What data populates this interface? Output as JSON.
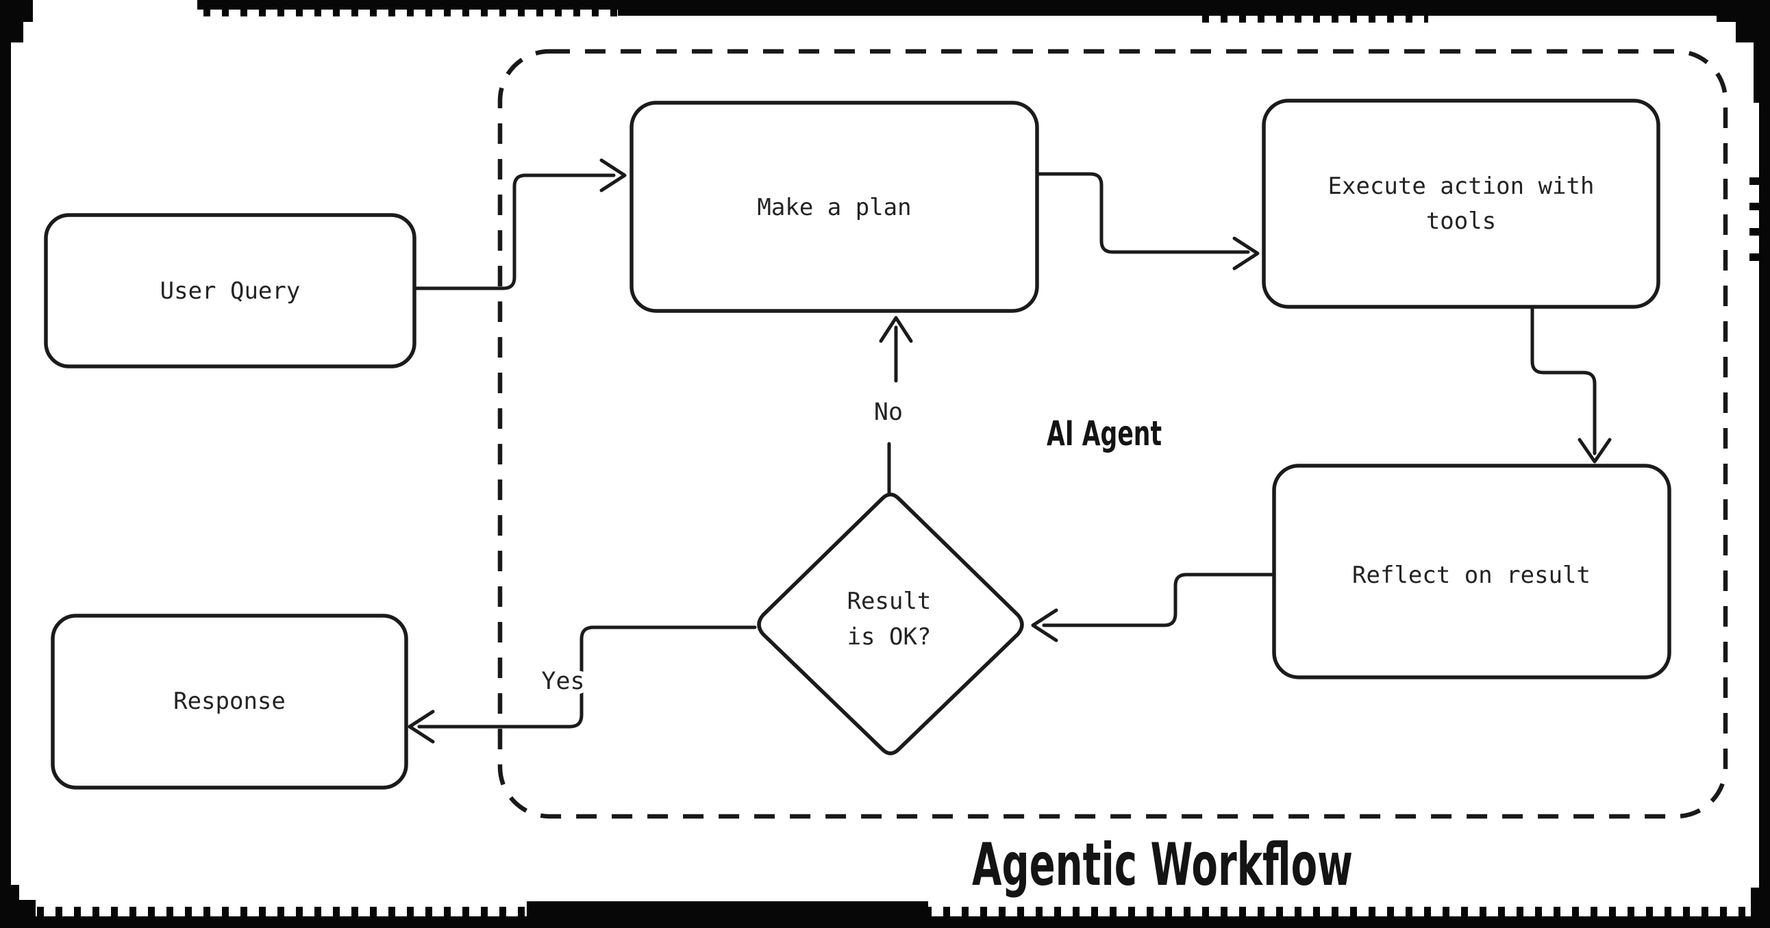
{
  "diagram": {
    "title": "Agentic Workflow",
    "agent_container_label": "AI Agent",
    "nodes": {
      "user_query": {
        "label": "User Query",
        "shape": "rounded-rect"
      },
      "make_plan": {
        "label": "Make a plan",
        "shape": "rounded-rect"
      },
      "execute_action": {
        "label_line1": "Execute action with",
        "label_line2": "tools",
        "shape": "rounded-rect"
      },
      "reflect": {
        "label": "Reflect on result",
        "shape": "rounded-rect"
      },
      "result_ok": {
        "label_line1": "Result",
        "label_line2": "is OK?",
        "shape": "diamond"
      },
      "response": {
        "label": "Response",
        "shape": "rounded-rect"
      }
    },
    "edge_labels": {
      "no": "No",
      "yes": "Yes"
    },
    "colors": {
      "ink": "#1b1b1b",
      "background": "#ffffff",
      "frame": "#070707"
    }
  }
}
